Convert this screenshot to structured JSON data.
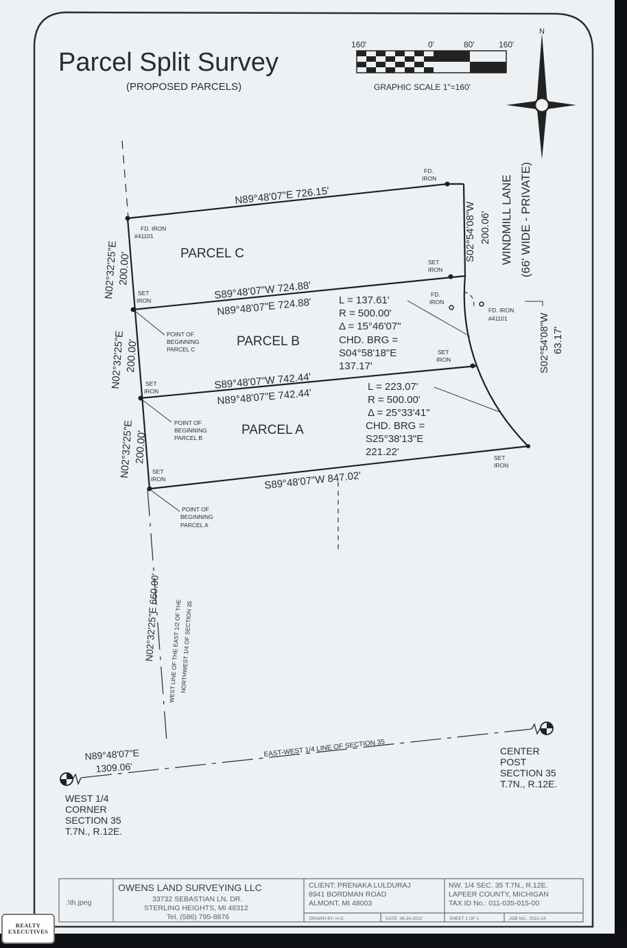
{
  "title": "Parcel Split Survey",
  "subtitle": "(PROPOSED PARCELS)",
  "scale": {
    "t160a": "160'",
    "t0": "0'",
    "t80": "80'",
    "t160b": "160'",
    "caption": "GRAPHIC SCALE 1\"=160'"
  },
  "north": "N",
  "road": {
    "line1": "WINDMILL LANE",
    "line2": "(66' WIDE - PRIVATE)"
  },
  "bearings": {
    "top_c": "N89°48'07\"E 726.15'",
    "c_east": "S02°54'08\"W",
    "c_east_len": "200.06'",
    "c_west": "N02°32'25\"E",
    "c_west_len": "200.00'",
    "cb_s": "S89°48'07\"W 724.88'",
    "cb_n": "N89°48'07\"E 724.88'",
    "b_west": "N02°32'25\"E",
    "b_west_len": "200.00'",
    "ba_s": "S89°48'07\"W 742.44'",
    "ba_n": "N89°48'07\"E 742.44'",
    "a_west": "N02°32'25\"E",
    "a_west_len": "200.00'",
    "a_south": "S89°48'07\"W 847.02'",
    "road_seg": "S02°54'08\"W",
    "road_seg_len": "63.17'",
    "west_line": "N02°32'25\"E 660.00'",
    "west_line_desc1": "WEST LINE OF THE EAST 1/2 OF THE",
    "west_line_desc2": "NORTHWEST 1/4 OF SECTION 35",
    "quarter_bearing": "N89°48'07\"E",
    "quarter_len": "1309.06'",
    "quarter_line": "EAST-WEST 1/4 LINE OF SECTION 35"
  },
  "curve_b": {
    "l": "L = 137.61'",
    "r": "R = 500.00'",
    "d": "Δ = 15°46'07\"",
    "chd": "CHD. BRG =",
    "brg": "S04°58'18\"E",
    "len": "137.17'"
  },
  "curve_a": {
    "l": "L = 223.07'",
    "r": "R = 500.00'",
    "d": "Δ = 25°33'41\"",
    "chd": "CHD. BRG =",
    "brg": "S25°38'13\"E",
    "len": "221.22'"
  },
  "parcels": {
    "a": "PARCEL A",
    "b": "PARCEL B",
    "c": "PARCEL C"
  },
  "monuments": {
    "fd_iron_nw_1": "FD. IRON",
    "fd_iron_nw_2": "#41101",
    "fd_iron_ne_1": "FD.",
    "fd_iron_ne_2": "IRON",
    "set_iron_c_1": "SET",
    "set_iron_c_2": "IRON",
    "set_iron_e1_1": "SET",
    "set_iron_e1_2": "IRON",
    "fd_iron_mid_1": "FD.",
    "fd_iron_mid_2": "IRON",
    "fd_iron_road_1": "FD. IRON",
    "fd_iron_road_2": "#41101",
    "set_iron_e2_1": "SET",
    "set_iron_e2_2": "IRON",
    "set_iron_b_1": "SET",
    "set_iron_b_2": "IRON",
    "set_iron_se_1": "SET",
    "set_iron_se_2": "IRON",
    "set_iron_a_1": "SET",
    "set_iron_a_2": "IRON"
  },
  "pob": {
    "c_1": "POINT OF",
    "c_2": "BEGINNING",
    "c_3": "PARCEL C",
    "b_1": "POINT OF",
    "b_2": "BEGINNING",
    "b_3": "PARCEL B",
    "a_1": "POINT OF",
    "a_2": "BEGINNING",
    "a_3": "PARCEL A"
  },
  "corners": {
    "west_1": "WEST 1/4",
    "west_2": "CORNER",
    "west_3": "SECTION 35",
    "west_4": "T.7N., R.12E.",
    "center_1": "CENTER",
    "center_2": "POST",
    "center_3": "SECTION 35",
    "center_4": "T.7N., R.12E."
  },
  "titleblock": {
    "file": ".\\th.jpeg",
    "company": "OWENS LAND SURVEYING LLC",
    "addr1": "33732 SEBASTIAN LN. DR.",
    "addr2": "STERLING HEIGHTS, MI 48312",
    "phone": "Tel. (586) 795-8876",
    "client1": "CLIENT: PRENAKA LULDURAJ",
    "client2": "8941 BORDMAN ROAD",
    "client3": "ALMONT, MI 48003",
    "loc1": "NW. 1/4 SEC. 35 T.7N., R.12E.",
    "loc2": "LAPEER COUNTY, MICHIGAN",
    "loc3": "TAX ID No.: 011-035-015-00",
    "drawn": "DRAWN BY: H.O.",
    "date": "DATE: 06-24-2022",
    "sheet": "SHEET 1 OF 1",
    "job": "JOB NO.: 2022-14"
  },
  "watermark": {
    "line1": "REALTY",
    "line2": "EXECUTIVES"
  }
}
